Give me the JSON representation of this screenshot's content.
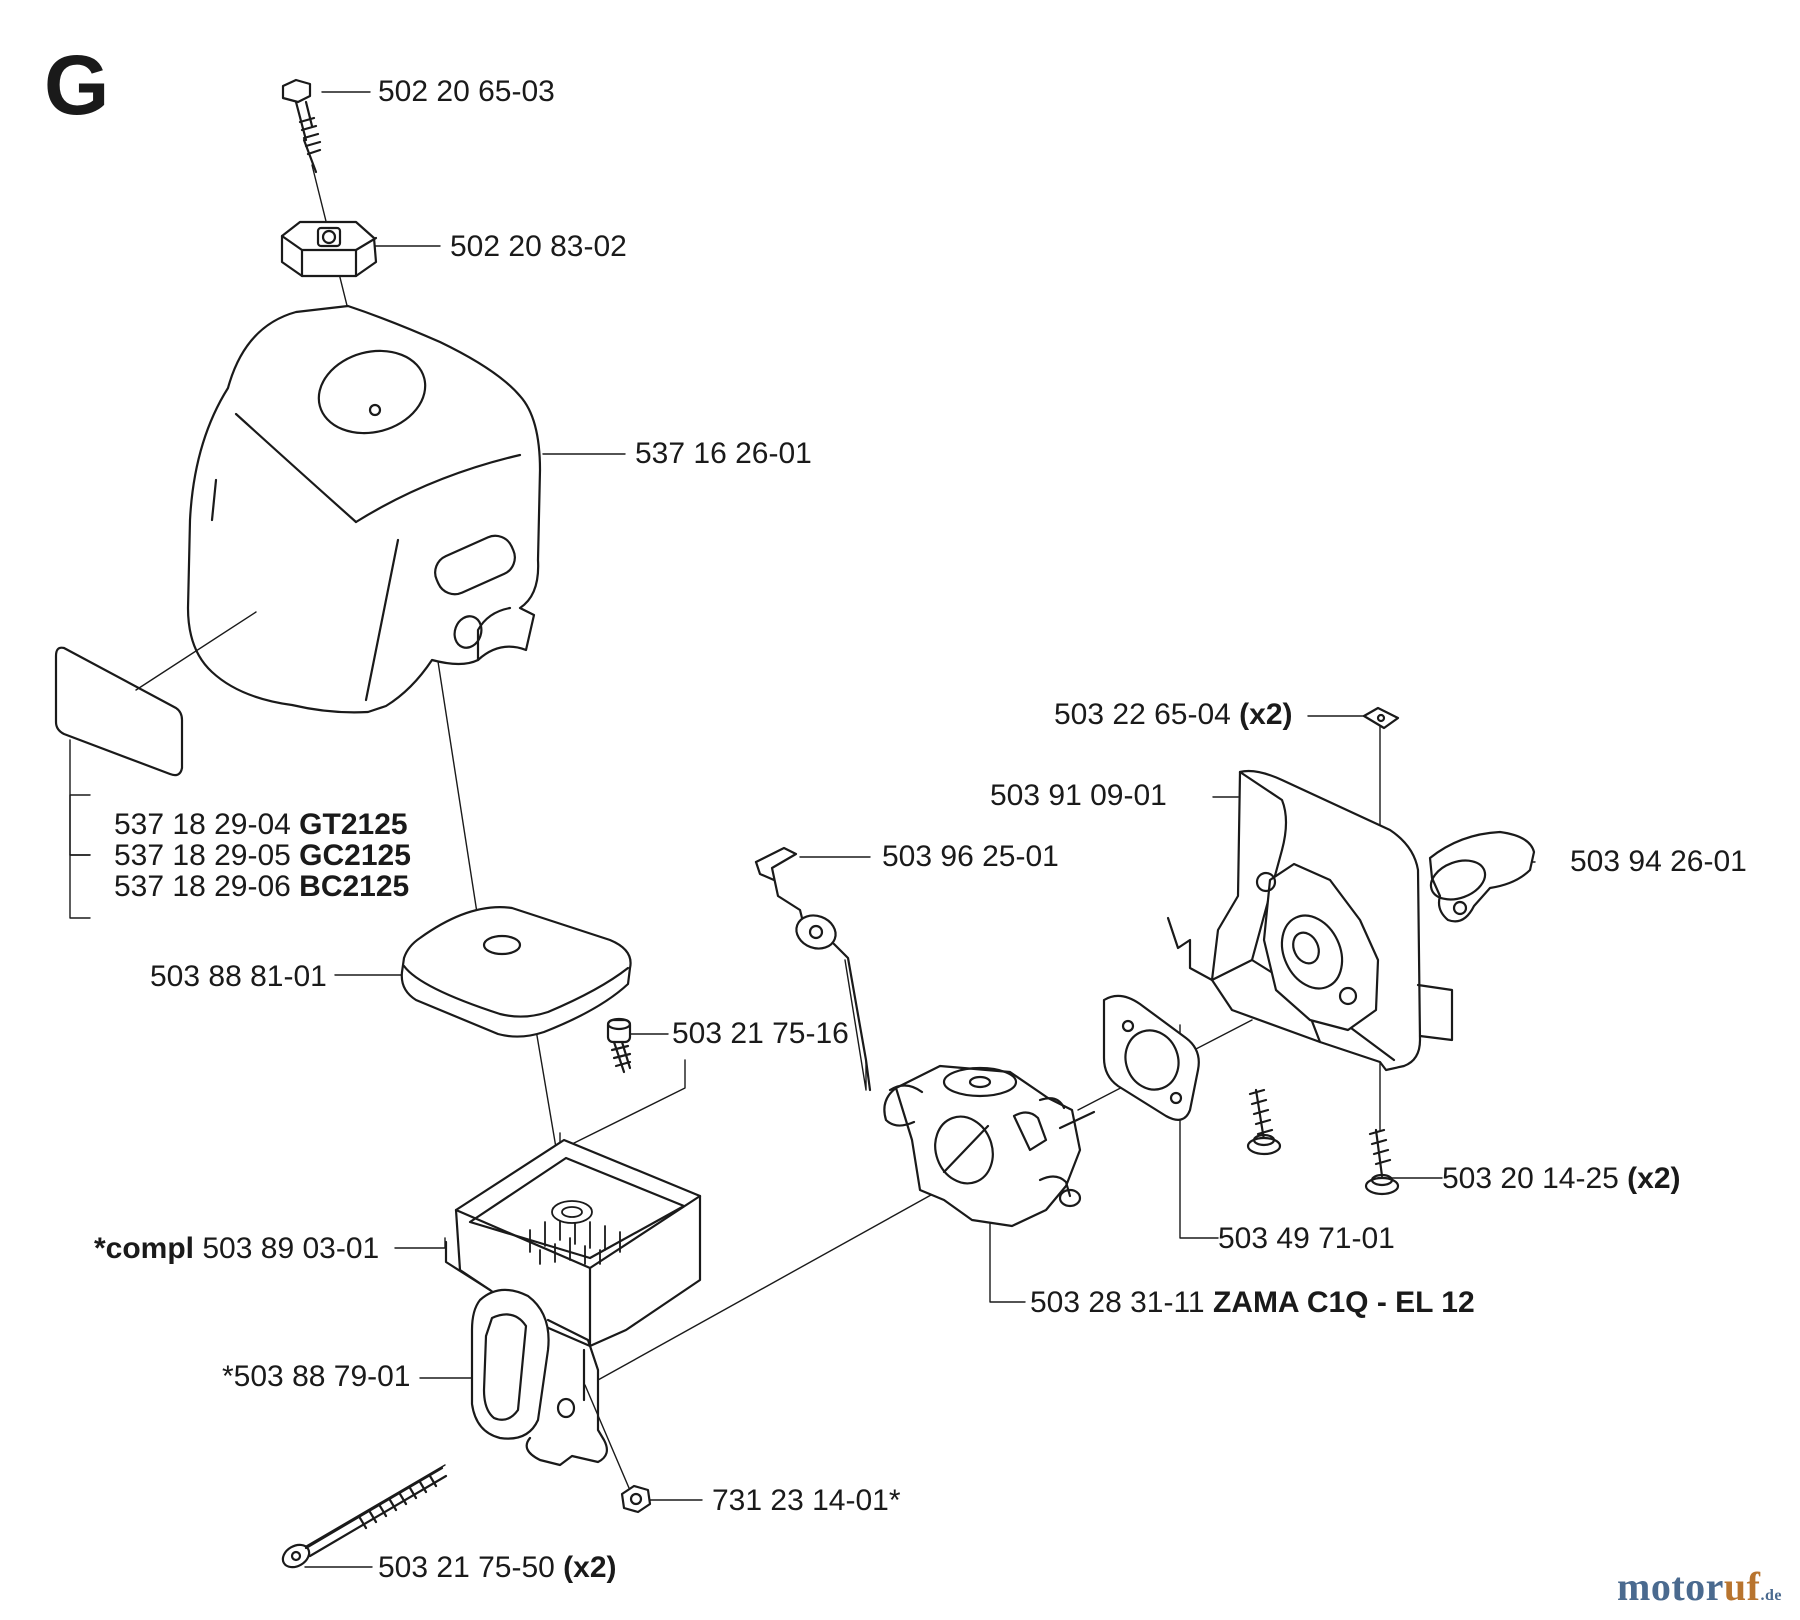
{
  "section_letter": "G",
  "parts": {
    "bolt_top": "502 20 65-03",
    "nut_cover": "502 20 83-02",
    "cover": "537 16 26-01",
    "decal_gt": "537 18 29-04",
    "decal_gt_model": "GT2125",
    "decal_gc": "537 18 29-05",
    "decal_gc_model": "GC2125",
    "decal_bc": "537 18 29-06",
    "decal_bc_model": "BC2125",
    "filter": "503 88 81-01",
    "screw_filter": "503 21 75-16",
    "filter_housing_prefix": "*compl",
    "filter_housing": "503 89 03-01",
    "choke_button": "*503 88 79-01",
    "nut_bottom": "731 23 14-01*",
    "long_bolt": "503 21 75-50",
    "long_bolt_qty": "(x2)",
    "nut_square": "503 22 65-04",
    "nut_square_qty": "(x2)",
    "carb_holder": "503 91 09-01",
    "throttle_link": "503 96 25-01",
    "bushing": "503 94 26-01",
    "screws_holder": "503 20 14-25",
    "screws_holder_qty": "(x2)",
    "gasket": "503 49 71-01",
    "carburetor": "503 28 31-11",
    "carburetor_model": "ZAMA C1Q - EL 12"
  },
  "watermark": {
    "part1": "motor",
    "part2": "uf",
    "part3": ".de"
  },
  "colors": {
    "line": "#1a1a1a",
    "watermark_blue": "#4a6a8f",
    "watermark_orange": "#b8742e"
  }
}
